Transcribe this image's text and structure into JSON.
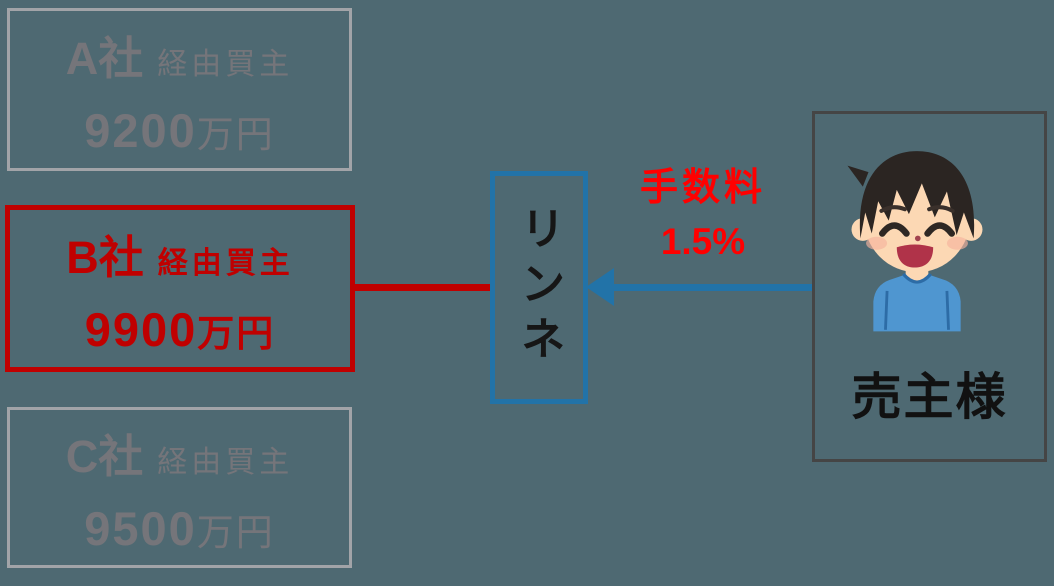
{
  "page": {
    "background_color": "#4e6972"
  },
  "companies": [
    {
      "name": "A社",
      "role": "経由買主",
      "price": "9200",
      "unit": "万円"
    },
    {
      "name": "B社",
      "role": "経由買主",
      "price": "9900",
      "unit": "万円"
    },
    {
      "name": "C社",
      "role": "経由買主",
      "price": "9500",
      "unit": "万円"
    }
  ],
  "intermediary": {
    "label": "リンネ"
  },
  "seller": {
    "label": "売主様",
    "avatar_icon": "smiling-man-illustration"
  },
  "fee": {
    "label": "手数料",
    "value": "1.5%"
  },
  "colors": {
    "background": "#4e6972",
    "highlight_red": "#c00000",
    "fee_text_red": "#ff0000",
    "arrow_blue": "#2273a8",
    "gray_border": "#a2a4a8",
    "gray_text": "#75757a",
    "seller_border": "#454545"
  }
}
